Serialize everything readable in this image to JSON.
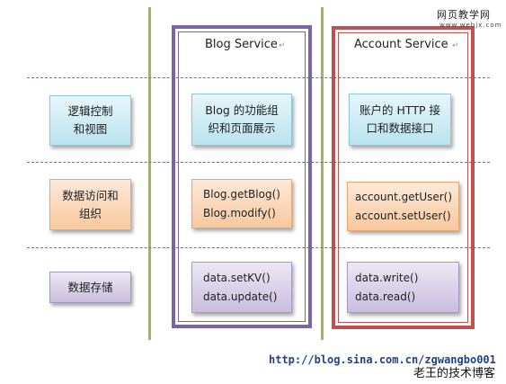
{
  "watermark": {
    "site_name": "网页教学网",
    "site_url": "www.webjx.com"
  },
  "services": {
    "blog": {
      "title": "Blog Service"
    },
    "account": {
      "title": "Account Service"
    }
  },
  "layers": [
    {
      "label": "逻辑控制\n和视图"
    },
    {
      "label": "数据访问和\n组织"
    },
    {
      "label": "数据存储"
    }
  ],
  "blog_cells": [
    {
      "text": "Blog 的功能组\n织和页面展示"
    },
    {
      "text": "Blog.getBlog()\nBlog.modify()"
    },
    {
      "text": "data.setKV()\ndata.update()"
    }
  ],
  "account_cells": [
    {
      "text": "账户的 HTTP 接\n口和数据接口"
    },
    {
      "text": "account.getUser()\naccount.setUser()"
    },
    {
      "text": "data.write()\ndata.read()"
    }
  ],
  "footer": {
    "url": "http://blog.sina.com.cn/zgwangbo001",
    "blog_name": "老王的技术博客"
  },
  "colors": {
    "lane_line": "#9bbb59",
    "blog_frame": "#7a64a6",
    "account_frame": "#c0504d",
    "view_box": "#b9e3ef",
    "access_box": "#f8c89e",
    "storage_box": "#c9bedd",
    "footer_url": "#1f3f8f"
  }
}
